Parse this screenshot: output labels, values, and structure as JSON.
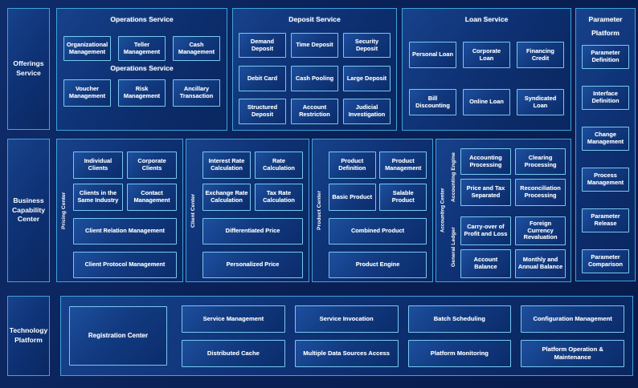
{
  "colors": {
    "background": "#0A2157",
    "panel_border": "#3FA3DE",
    "box_border": "#79C9F0",
    "text": "#FFFFFF"
  },
  "left_column": {
    "offerings": "Offerings Service",
    "business": "Business Capability Center",
    "technology": "Technology Platform"
  },
  "operations": {
    "title": "Operations Service",
    "mid_label": "Operations Service",
    "row1": [
      "Organizational Management",
      "Teller Management",
      "Cash Management"
    ],
    "row2": [
      "Voucher Management",
      "Risk Management",
      "Ancillary Transaction"
    ]
  },
  "deposit": {
    "title": "Deposit Service",
    "row1": [
      "Demand Deposit",
      "Time Deposit",
      "Security Deposit"
    ],
    "row2": [
      "Debit Card",
      "Cash Pooling",
      "Large Deposit"
    ],
    "row3": [
      "Structured Deposit",
      "Account Restriction",
      "Judicial Investigation"
    ]
  },
  "loan": {
    "title": "Loan Service",
    "row1": [
      "Personal Loan",
      "Corporate Loan",
      "Financing Credit"
    ],
    "row2": [
      "Bill Discounting",
      "Online Loan",
      "Syndicated Loan"
    ]
  },
  "parameter_platform": {
    "title": "Parameter Platform",
    "items": [
      "Parameter Definition",
      "Interface Definition",
      "Change Management",
      "Process Management",
      "Parameter Release",
      "Parameter Comparison"
    ]
  },
  "pricing_center": {
    "vlabel": "Pricing Center",
    "grid": [
      "Individual Clients",
      "Corporate Clients",
      "Clients in the Same Industry",
      "Contact Management"
    ],
    "wide": [
      "Client Relation Management",
      "Client Protocol Management"
    ]
  },
  "client_center": {
    "vlabel": "Client Center",
    "grid": [
      "Interest Rate Calculation",
      "Rate Calculation",
      "Exchange Rate Calculation",
      "Tax Rate Calculation"
    ],
    "wide": [
      "Differentiated Price",
      "Personalized Price"
    ]
  },
  "product_center": {
    "vlabel": "Product Center",
    "grid": [
      "Product Definition",
      "Product Management",
      "Basic Product",
      "Salable Product"
    ],
    "wide": [
      "Combined Product",
      "Product Engine"
    ]
  },
  "accounting_center": {
    "vlabel": "Accounting Center",
    "engine": {
      "vlabel": "Accounting Engine",
      "grid": [
        "Accounting Processing",
        "Clearing Processing",
        "Price and Tax Separated",
        "Reconciliation Processing"
      ]
    },
    "ledger": {
      "vlabel": "General Ledger",
      "grid": [
        "Carry-over of Profit and Loss",
        "Foreign Currency Revaluation",
        "Account Balance",
        "Monthly and Annual Balance"
      ]
    }
  },
  "technology_platform": {
    "registration": "Registration Center",
    "row1": [
      "Service Management",
      "Service Invocation",
      "Batch Scheduling",
      "Configuration Management"
    ],
    "row2": [
      "Distributed Cache",
      "Multiple Data Sources Access",
      "Platform Monitoring",
      "Platform Operation & Maintenance"
    ]
  }
}
